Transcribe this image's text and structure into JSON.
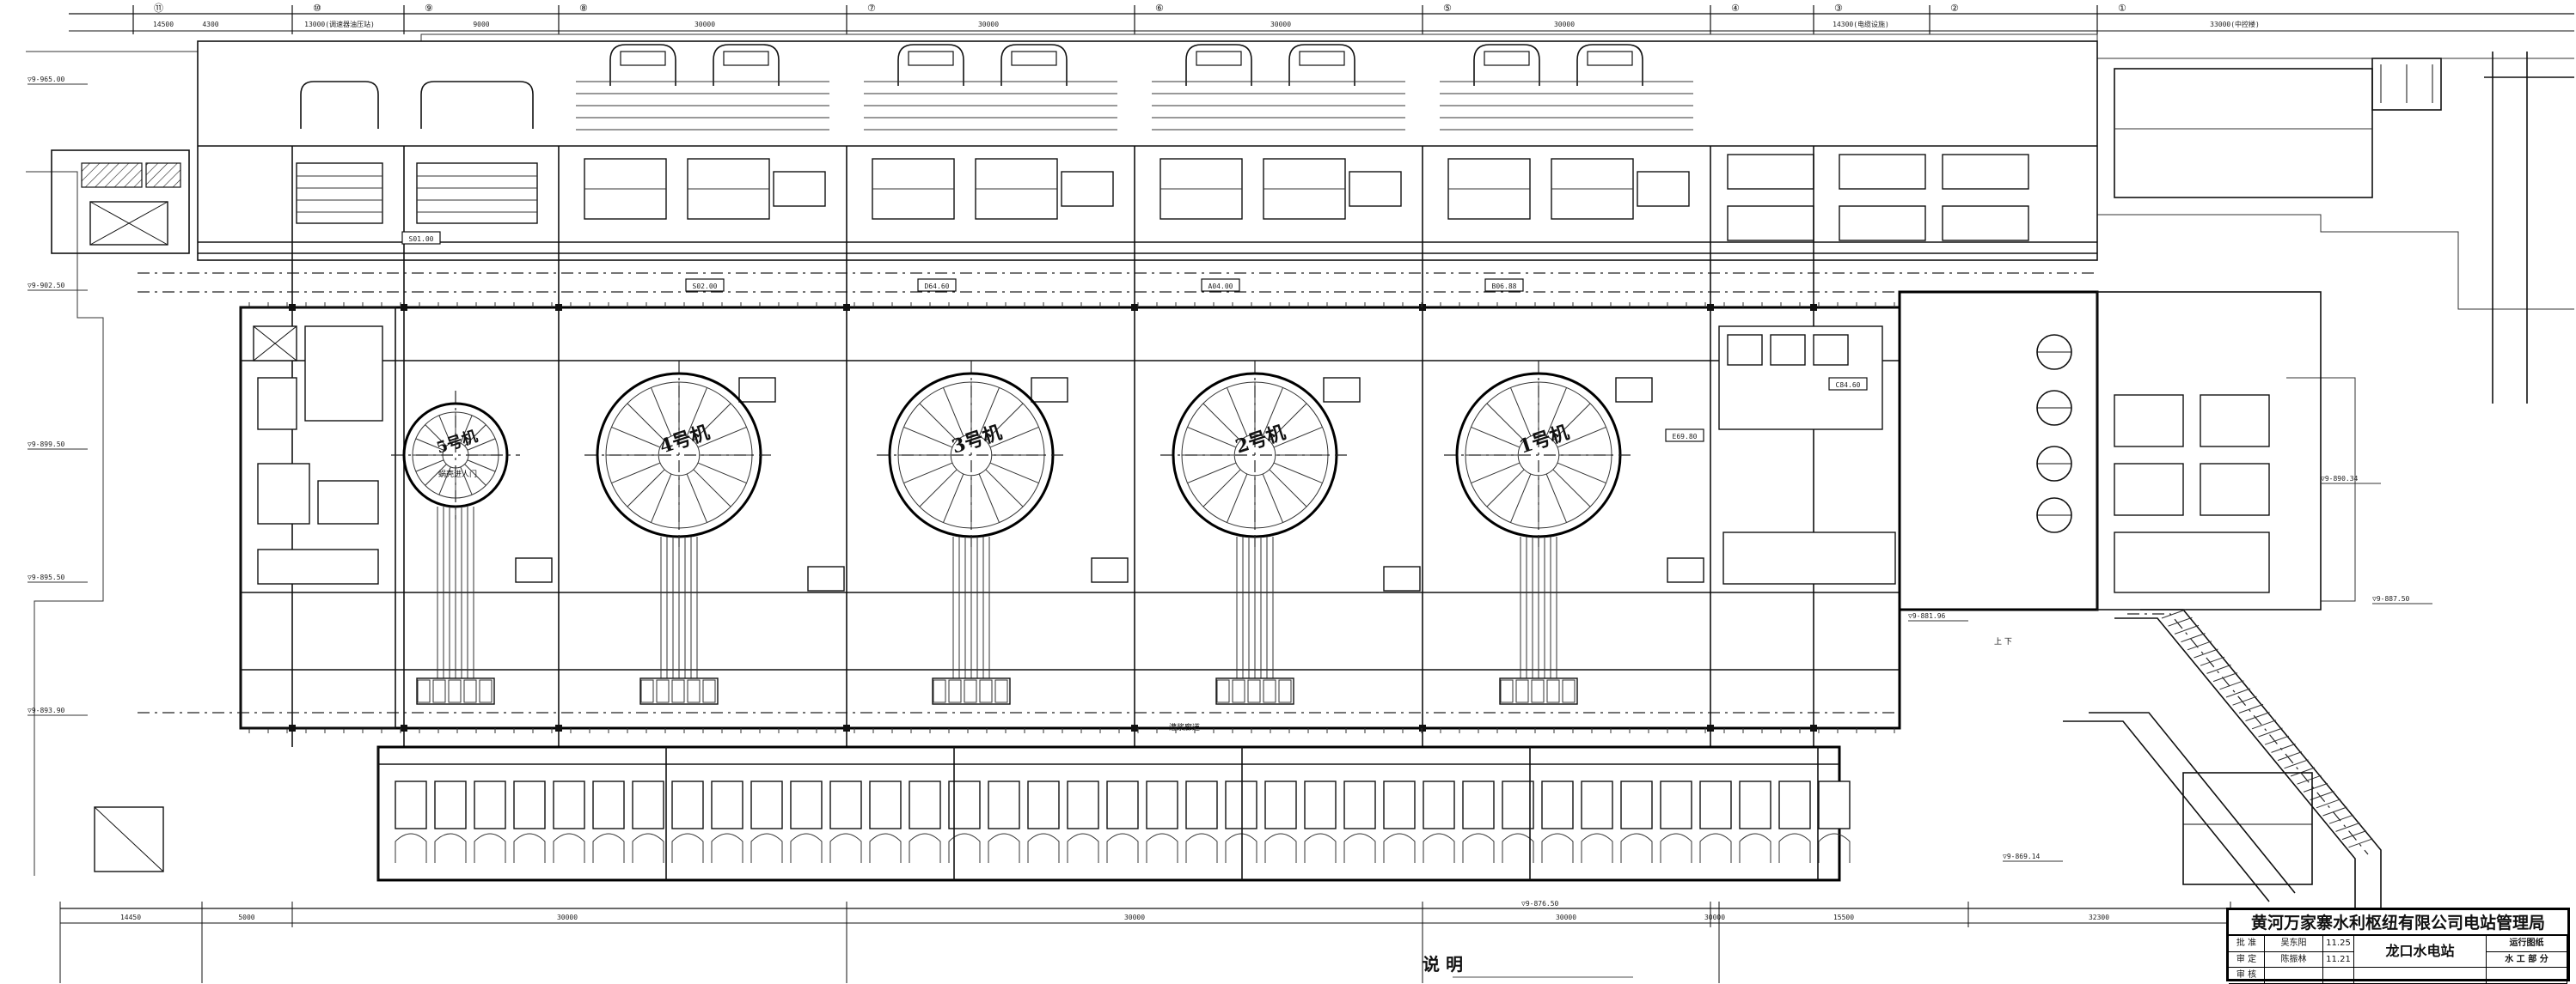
{
  "title_block": {
    "company": "黄河万家寨水利枢纽有限公司电站管理局",
    "project": "龙口水电站",
    "rows": [
      {
        "role": "批 准",
        "name": "吴东阳",
        "date": "11.25",
        "stage": "运行图纸"
      },
      {
        "role": "审 定",
        "name": "陈振林",
        "date": "11.21",
        "stage": "水 工 部 分"
      },
      {
        "role": "审 核",
        "name": "",
        "date": "",
        "stage": ""
      }
    ],
    "drawing_title": ""
  },
  "notes_heading": "说 明",
  "units": [
    {
      "label": "5号机"
    },
    {
      "label": "4号机"
    },
    {
      "label": "3号机"
    },
    {
      "label": "2号机"
    },
    {
      "label": "1号机"
    }
  ],
  "axis_marks": [
    "⑪",
    "⑩",
    "⑨",
    "⑧",
    "⑦",
    "⑥",
    "⑤",
    "④",
    "③",
    "②",
    "①"
  ],
  "top_dims": [
    "14500",
    "4300",
    "13000(调速器油压站)",
    "9000",
    "30000",
    "30000",
    "30000",
    "30000",
    "14300(电缆设施)",
    "33000(中控楼)"
  ],
  "bottom_dims": [
    "14450",
    "5000",
    "30000",
    "30000",
    "30000",
    "30000",
    "15500",
    "32300"
  ],
  "elevations": [
    "▽9-965.00",
    "▽9-902.50",
    "▽9-899.50",
    "▽9-895.50",
    "▽9-893.90",
    "▽9-890.34",
    "▽9-887.50",
    "▽9-881.96",
    "▽9-876.50",
    "▽9-869.14"
  ],
  "room_tags": [
    "S01.00",
    "S02.00",
    "D64.60",
    "A04.00",
    "B06.88",
    "C84.60",
    "E69.80"
  ],
  "labels": {
    "spiral_case": "蜗壳进人门",
    "gallery": "灌浆廊道",
    "stair": "上 下"
  }
}
